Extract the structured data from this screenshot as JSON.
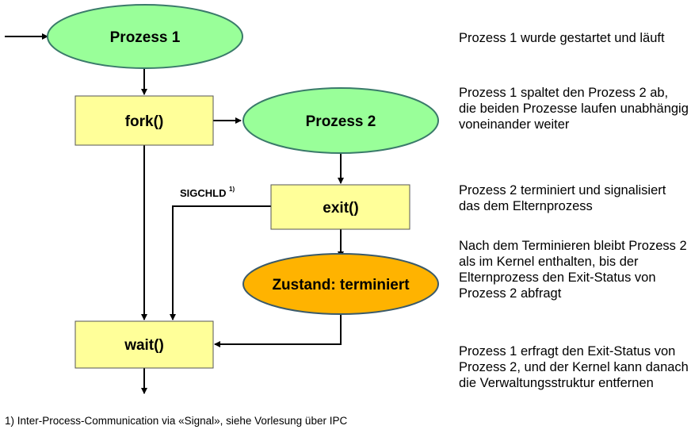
{
  "nodes": {
    "prozess1": "Prozess 1",
    "fork": "fork()",
    "prozess2": "Prozess 2",
    "exit": "exit()",
    "zustand": "Zustand: terminiert",
    "wait": "wait()"
  },
  "signal_label": {
    "text": "SIGCHLD",
    "sup": "1)"
  },
  "descriptions": [
    "Prozess 1 wurde gestartet und läuft",
    "Prozess 1 spaltet den Prozess 2 ab, die beiden Prozesse laufen unabhängig voneinander weiter",
    "Prozess 2 terminiert und signalisiert das dem Elternprozess",
    "Nach dem Terminieren bleibt Prozess 2 als im Kernel enthalten, bis der Elternprozess den Exit-Status von Prozess 2 abfragt",
    "Prozess 1 erfragt den Exit-Status von Prozess 2, und der Kernel kann danach die Verwaltungsstruktur entfernen"
  ],
  "footnote": "1) Inter-Process-Communication via «Signal», siehe Vorlesung über IPC",
  "colors": {
    "ellipse_fill": "#99ff99",
    "ellipse_stroke": "#3a7a6a",
    "box_fill": "#ffff99",
    "box_stroke": "#555555",
    "terminated_fill": "#ffb300",
    "terminated_stroke": "#3a5a6a"
  }
}
